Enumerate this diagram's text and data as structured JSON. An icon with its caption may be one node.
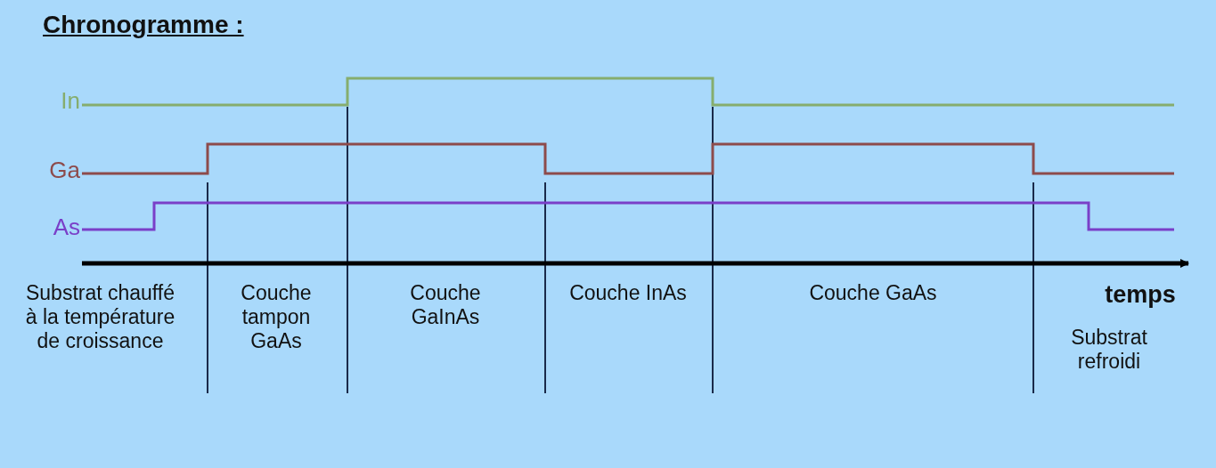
{
  "diagram": {
    "title": "Chronogramme :",
    "labels": [
      "In",
      "Ga",
      "As",
      "Substrat chauffé à la température de croissance",
      "Couche tampon GaAs",
      "Couche GaInAs",
      "Couche InAs",
      "Couche GaAs",
      "temps",
      "Substrat refroidi"
    ]
  }
}
